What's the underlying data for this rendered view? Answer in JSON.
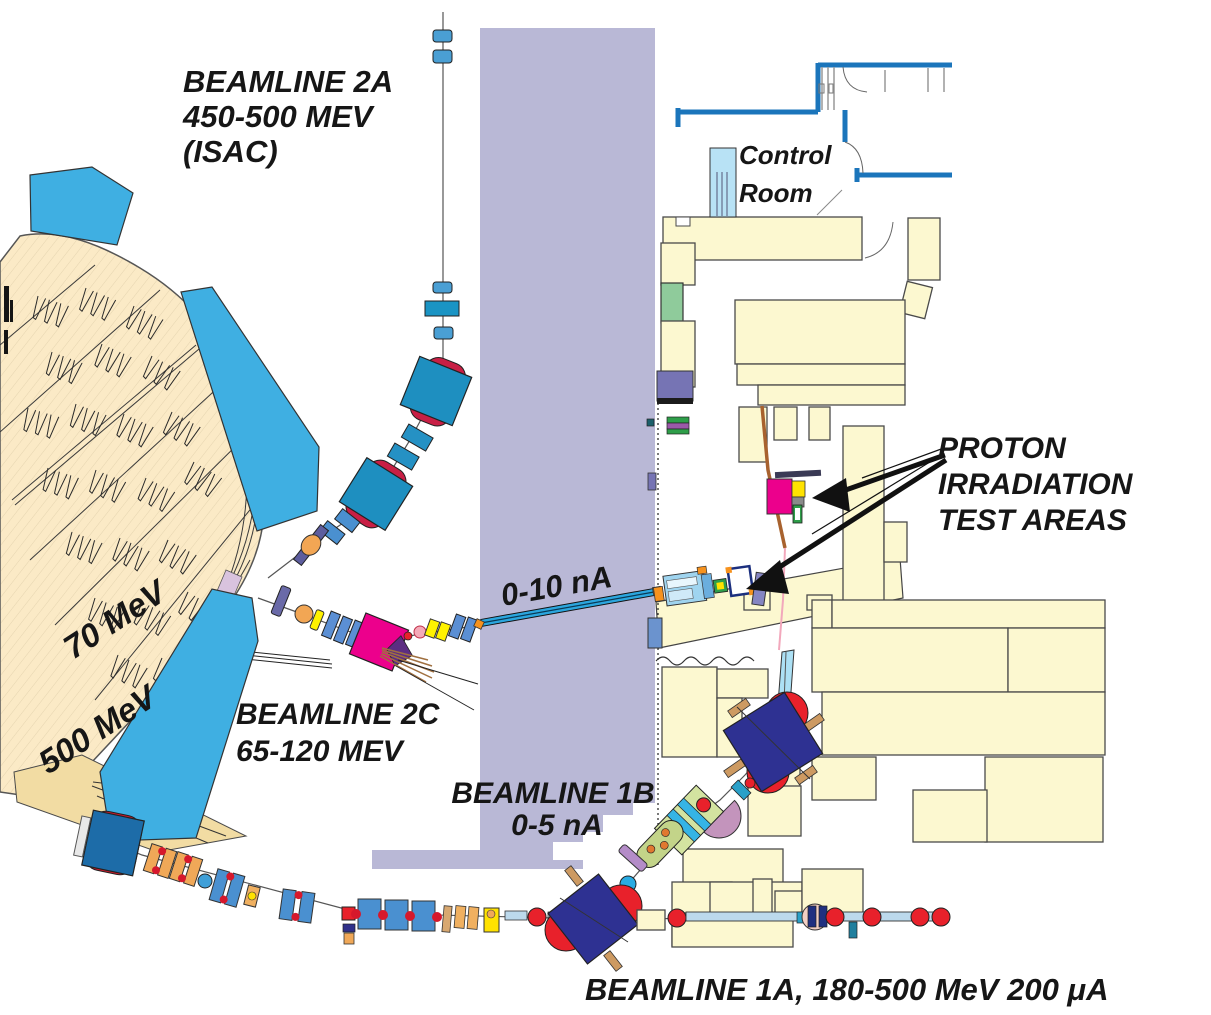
{
  "labels": {
    "beamline_2a_line1": "BEAMLINE 2A",
    "beamline_2a_line2": "450-500 MEV",
    "beamline_2a_line3": "(ISAC)",
    "control_room_line1": "Control",
    "control_room_line2": "Room",
    "proton_line1": "PROTON",
    "proton_line2": "IRRADIATION",
    "proton_line3": "TEST AREAS",
    "current_0_10": "0-10 nA",
    "beamline_2c_line1": "BEAMLINE 2C",
    "beamline_2c_line2": "65-120 MEV",
    "beamline_1b_line1": "BEAMLINE 1B",
    "beamline_1b_line2": "0-5 nA",
    "energy_70": "70 MeV",
    "energy_500": "500 MeV",
    "beamline_1a": "BEAMLINE 1A, 180-500 MeV 200 μA"
  },
  "colors": {
    "background": "#ffffff",
    "shield_wall": "#b9b8d6",
    "cyclotron_body": "#fbeac6",
    "cyclotron_dark_wedge": "#f2dca3",
    "blue_shield_block": "#3fafe2",
    "building_fill": "#fcf8d0",
    "building_stroke": "#4a4a4a",
    "control_wall_blue": "#1b75bb",
    "window_blue": "#b8e2f5",
    "beam_pipe_cyan": "#29a8e0",
    "magenta_magnet": "#ec008c",
    "navy_magnet": "#2e3192",
    "teal_magnet": "#1e8fc0",
    "crimson_magnet": "#c81f45",
    "red_element": "#e8212b",
    "orange_element": "#f2a654",
    "yellow_element": "#fff200",
    "green_block": "#8fcb9b",
    "slate_block": "#7674b4",
    "brown_line": "#a8622e",
    "pink_line": "#f2a8bc",
    "mauve_element": "#c394bc",
    "lime_element": "#d3e3a0",
    "tan_stub": "#cd9a62"
  }
}
